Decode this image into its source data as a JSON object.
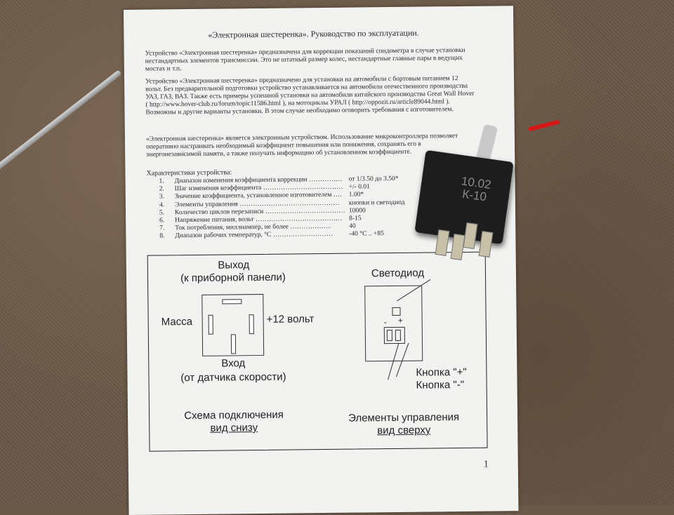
{
  "document": {
    "title": "«Электронная шестеренка». Руководство по эксплуатации.",
    "paragraph1": "Устройство «Электронная шестеренка» предназначена для коррекции показаний спидометра в случае установки нестандартных элементов трансмиссии. Это не штатный размер колес, нестандартные главные пары в ведущих мостах и т.п.",
    "paragraph2": "Устройство «Электронная шестеренка» предназначено для установки на автомобили с бортовым питанием 12 вольт. Без предварительной подготовки устройство устанавливается на автомобили отечественного производства УАЗ, ГАЗ, ВАЗ. Также есть примеры успешной установки на автомобили китайского производства Great Wall Hover ( http://www.hover-club.ru/forum/topic11586.html ), на мотоциклы УРАЛ ( http://oppozit.ru/article89044.html ). Возможны и другие варианты установки. В этом случае необходимо оговорить требования с изготовителем.",
    "paragraph3": "«Электронная шестеренка» является электронным устройством. Использование микроконтроллера позволяет оперативно настраивать необходимый коэффициент повышения или понижения, сохранять его в энергонезависимой памяти, а также получать информацию об установленном коэффициенте.",
    "specs_heading": "Характеристики устройства:",
    "specs": [
      {
        "num": "1.",
        "label": "Диапазон изменения коэффициента коррекции ……………",
        "value": "от 1/3.50 до 3.50*"
      },
      {
        "num": "2.",
        "label": "Шаг изменения коэффициента ………………………………",
        "value": "+/- 0.01"
      },
      {
        "num": "3.",
        "label": "Значение коэффициента, установленное изготовителем ….",
        "value": "1.00*"
      },
      {
        "num": "4.",
        "label": "Элементы управления ………………………………………",
        "value": "кнопки и светодиод"
      },
      {
        "num": "5.",
        "label": "Количество циклов перезаписи ………………………………",
        "value": "10000"
      },
      {
        "num": "6.",
        "label": "Напряжение питания, вольт …………………………………",
        "value": "8-15"
      },
      {
        "num": "7.",
        "label": "Ток потребления, миллиампер, не более ………………",
        "value": "40"
      },
      {
        "num": "8.",
        "label": "Диапазон рабочих температур, °C ………………………",
        "value": "-40 °C .. +85"
      }
    ],
    "page_number": "1"
  },
  "diagram": {
    "output_label": "Выход",
    "output_sub": "(к приборной панели)",
    "ground_label": "Масса",
    "power_label": "+12 вольт",
    "input_label": "Вход",
    "input_sub": "(от датчика скорости)",
    "left_caption1": "Схема подключения",
    "left_caption2": "вид снизу",
    "led_label": "Светодиод",
    "minus_sign": "-",
    "plus_sign": "+",
    "button_plus": "Кнопка \"+\"",
    "button_minus": "Кнопка \"-\"",
    "right_caption1": "Элементы управления",
    "right_caption2": "вид сверху"
  },
  "relay": {
    "marking_line1": "10.02",
    "marking_line2": "К-10"
  }
}
